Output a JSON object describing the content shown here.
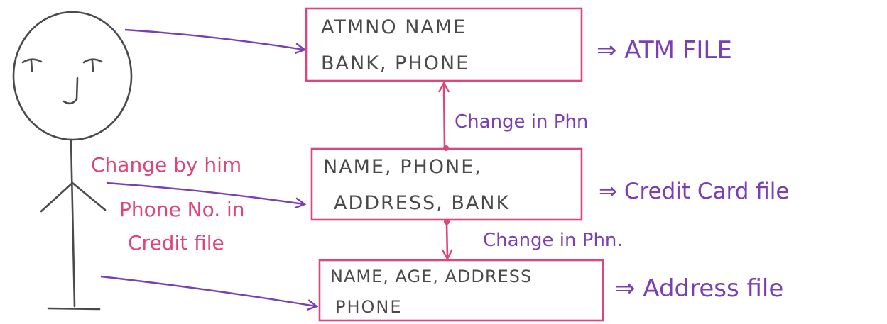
{
  "colors": {
    "box_outline": "#e0457a",
    "purple": "#7a3fb5",
    "pink": "#e0457a",
    "pencil": "#4a4a4a"
  },
  "boxes": {
    "atm": {
      "line1": "ATMNO NAME",
      "line2": "BANK, PHONE"
    },
    "credit": {
      "line1": "NAME, PHONE,",
      "line2": "ADDRESS, BANK"
    },
    "address": {
      "line1": "NAME, AGE, ADDRESS",
      "line2": "PHONE"
    }
  },
  "file_labels": {
    "atm": "⇒ ATM FILE",
    "credit": "⇒ Credit Card file",
    "address": "⇒ Address file"
  },
  "arrow_labels": {
    "credit_to_atm": "Change in Phn",
    "credit_to_address": "Change in Phn."
  },
  "person_note": {
    "line1": "Change by him",
    "line2": "Phone No. in",
    "line3": "Credit file"
  },
  "icons": {
    "person": "stick-figure-icon"
  }
}
